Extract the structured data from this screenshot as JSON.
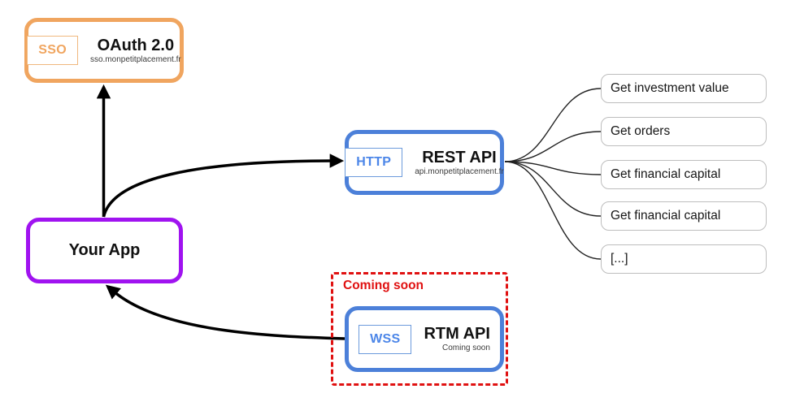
{
  "diagram": {
    "oauth": {
      "badge": "SSO",
      "title": "OAuth 2.0",
      "subtitle": "sso.monpetitplacement.fr"
    },
    "your_app": {
      "title": "Your App"
    },
    "rest": {
      "badge": "HTTP",
      "title": "REST API",
      "subtitle": "api.monpetitplacement.fr"
    },
    "rtm": {
      "badge": "WSS",
      "title": "RTM API",
      "subtitle": "Coming soon"
    },
    "coming_soon_label": "Coming soon",
    "endpoints": [
      "Get investment value",
      "Get orders",
      "Get financial capital",
      "Get financial capital",
      "[...]"
    ]
  },
  "colors": {
    "oauth_border": "#F0A55F",
    "api_border": "#4C80D9",
    "badge_blue_text": "#4C86E8",
    "your_app_border": "#A013F0",
    "coming_soon_red": "#E01111",
    "endpoint_border": "#BDBDBD",
    "arrow": "#000000"
  }
}
